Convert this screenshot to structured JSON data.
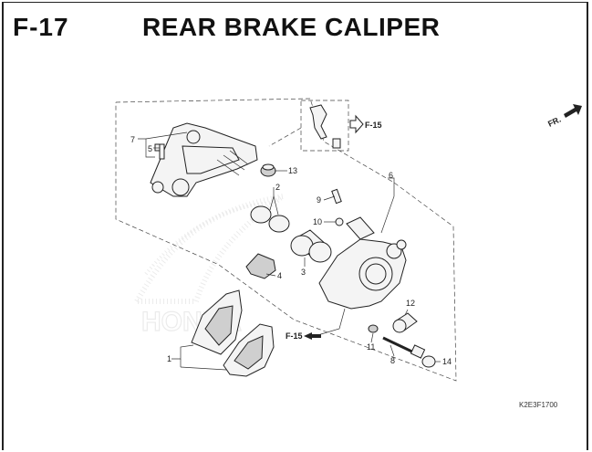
{
  "header": {
    "code": "F-17",
    "title": "REAR BRAKE CALIPER"
  },
  "direction": {
    "label": "FR."
  },
  "references": {
    "top": "F-15",
    "bottom": "F-15"
  },
  "callouts": [
    "1",
    "2",
    "3",
    "4",
    "5",
    "6",
    "7",
    "8",
    "9",
    "10",
    "11",
    "12",
    "13",
    "14"
  ],
  "footer": {
    "diagram_code": "K2E3F1700"
  },
  "watermark": {
    "text": "HONDA"
  }
}
